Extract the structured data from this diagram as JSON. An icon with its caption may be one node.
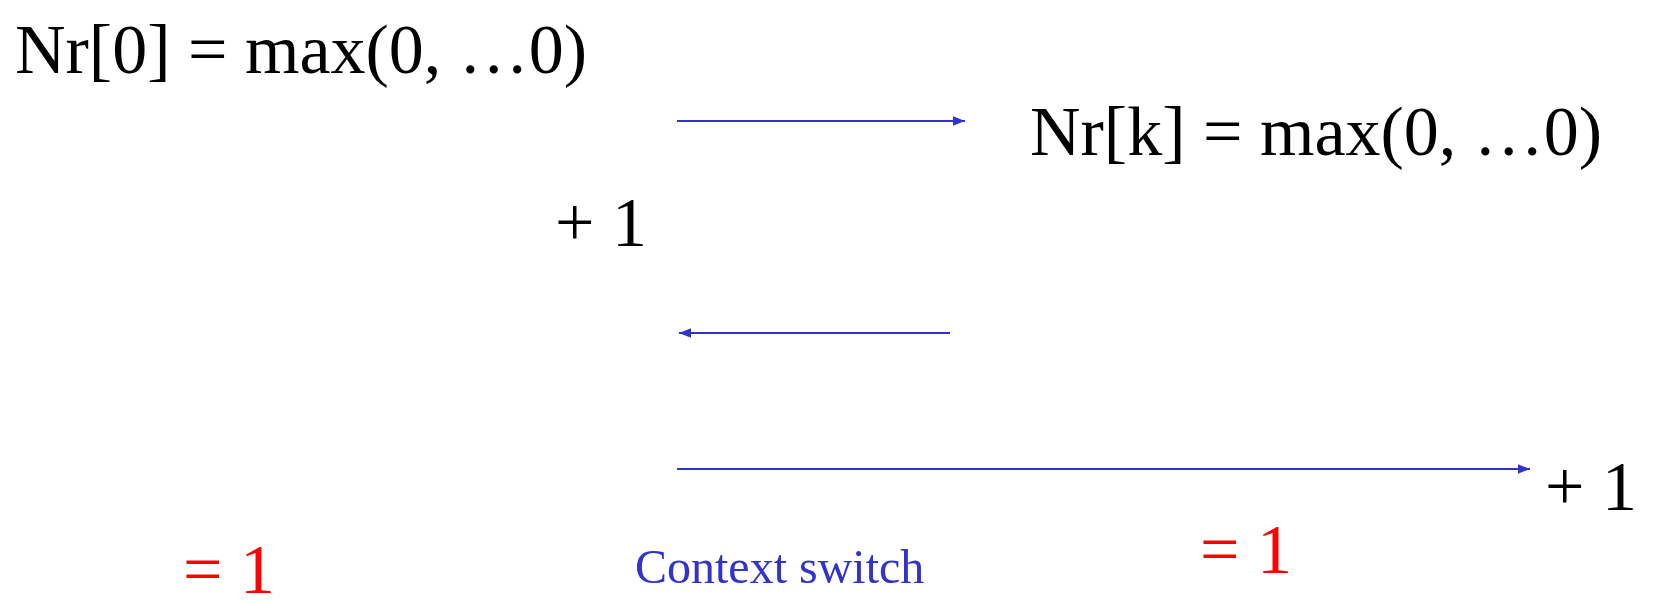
{
  "diagram": {
    "nodes": [
      {
        "text": [
          "Nr[0] = max(0, …0)"
        ]
      },
      {
        "text": [
          "Nr[k] = max(0, …0)"
        ]
      },
      {
        "text": [
          "+ 1"
        ]
      },
      {
        "text": [
          "+ 1"
        ]
      }
    ],
    "labels": [
      "Context switch",
      "= 1",
      "= 1"
    ],
    "edges": [
      {
        "from": null,
        "to": 1,
        "arrow": "to"
      },
      {
        "from": null,
        "to": 2,
        "arrow": "to"
      },
      {
        "from": null,
        "to": 3,
        "arrow": "to"
      }
    ]
  }
}
